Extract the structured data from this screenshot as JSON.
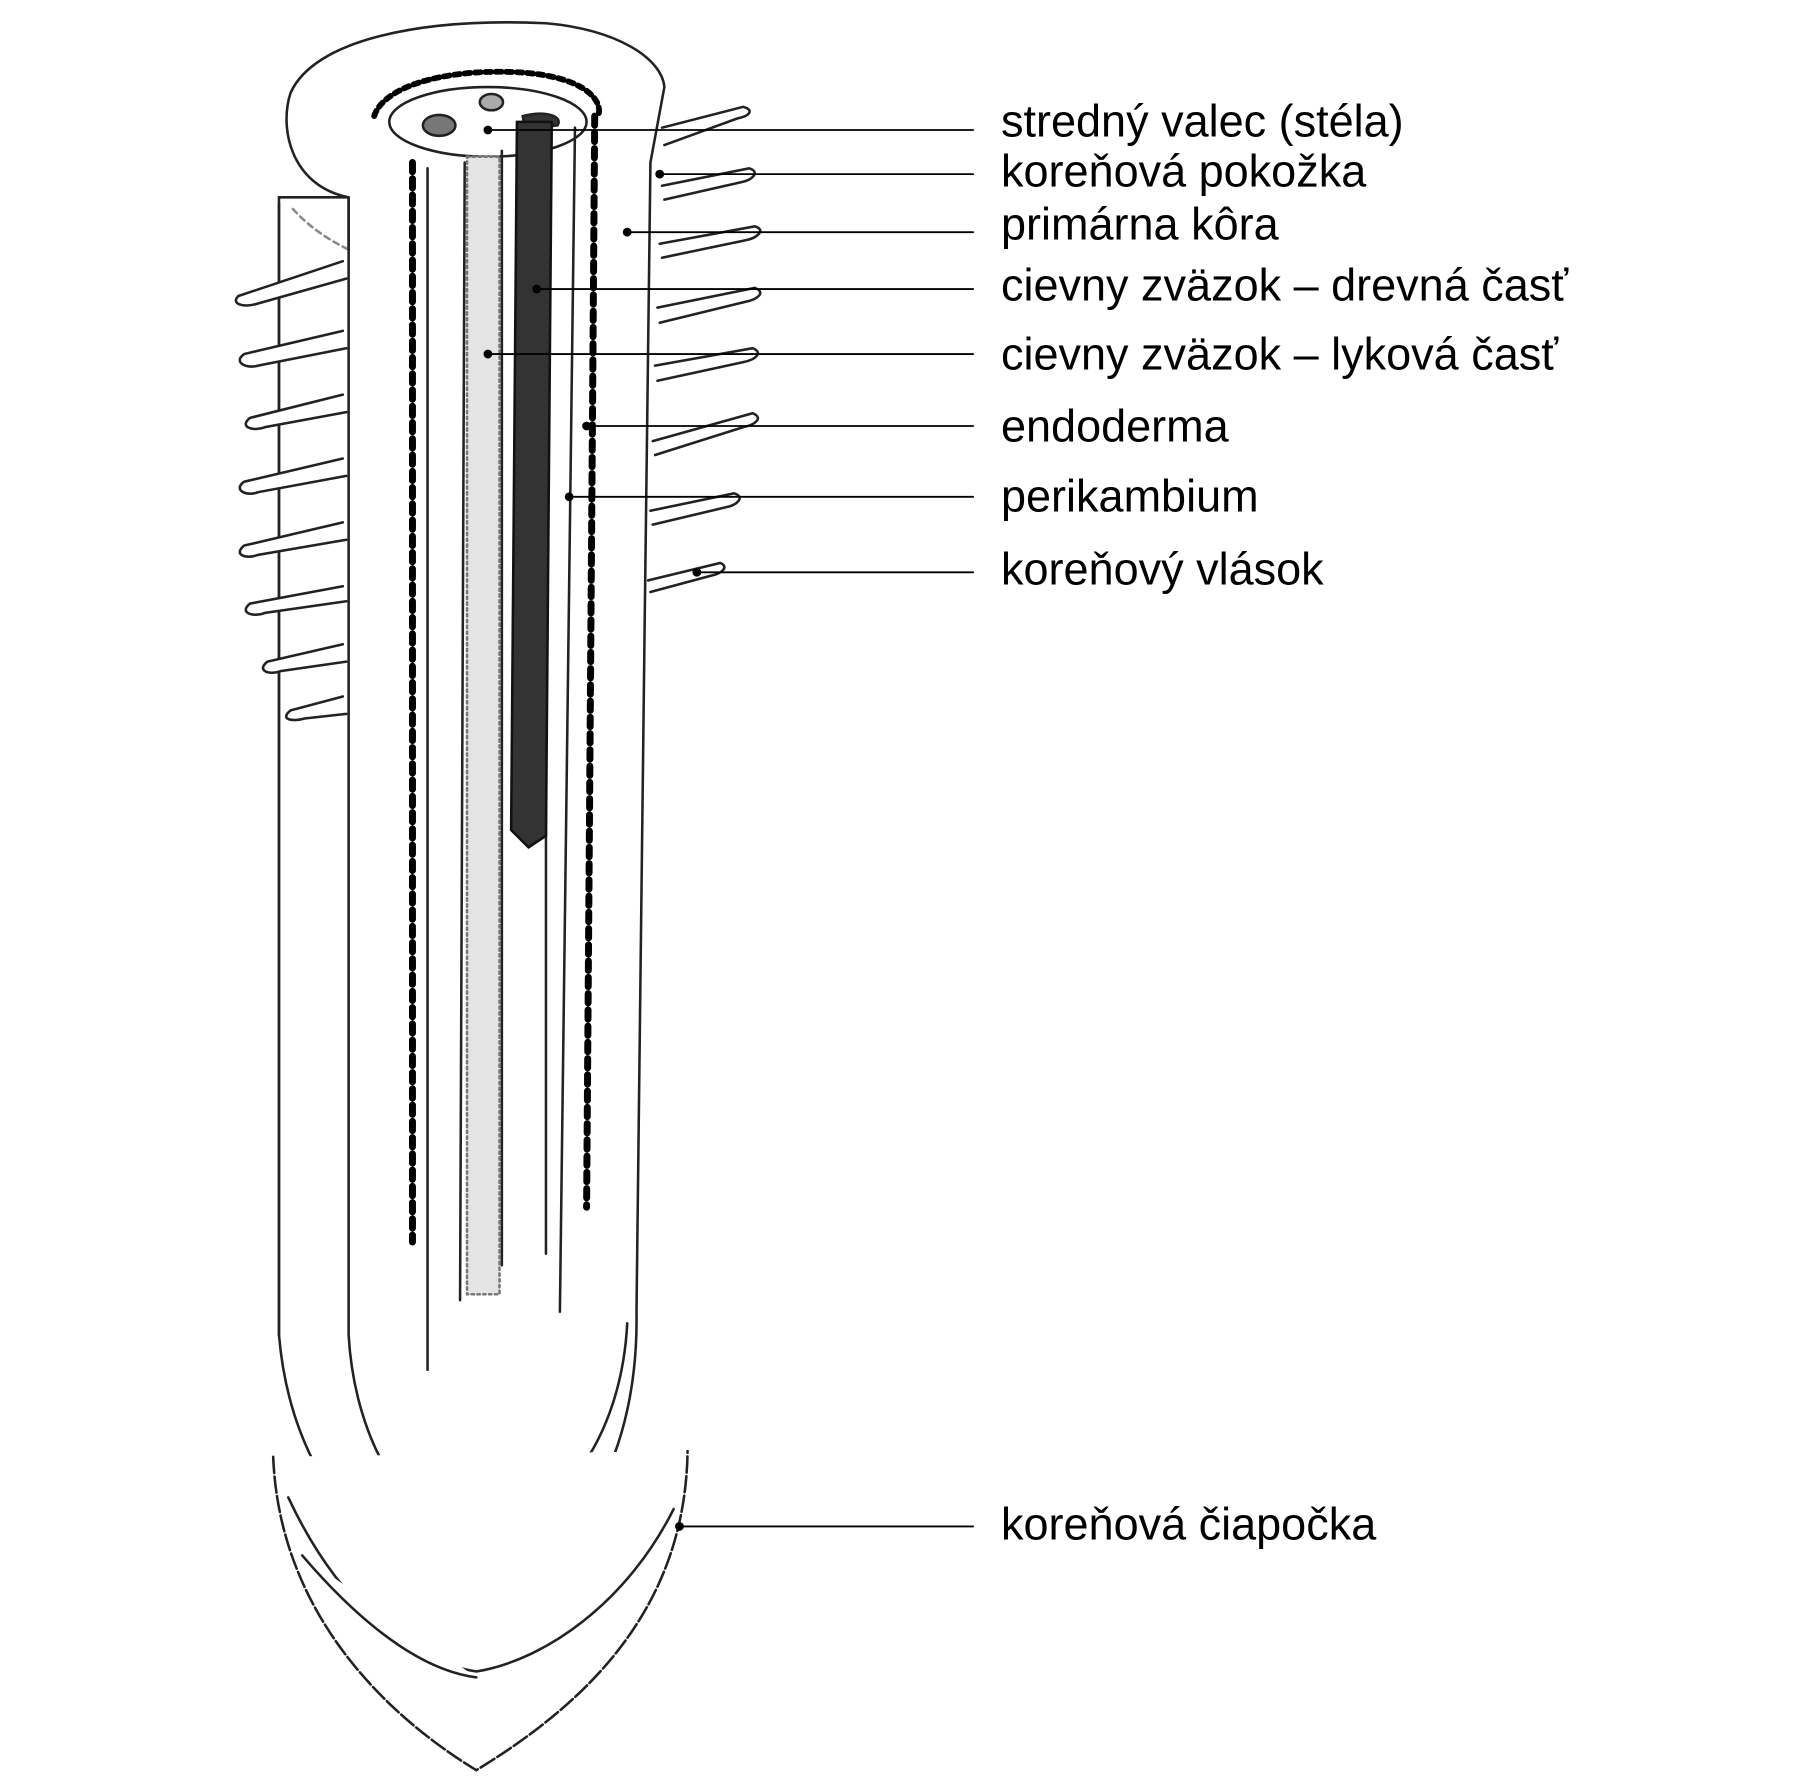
{
  "title": "Root structure diagram",
  "labels": [
    {
      "id": "stele",
      "text": "stredný valec (stéla)"
    },
    {
      "id": "epidermis",
      "text": "koreňová pokožka"
    },
    {
      "id": "cortex",
      "text": "primárna kôra"
    },
    {
      "id": "xylem",
      "text": "cievny zväzok – drevná časť"
    },
    {
      "id": "phloem",
      "text": "cievny zväzok – lyková časť"
    },
    {
      "id": "endodermis",
      "text": "endoderma"
    },
    {
      "id": "pericycle",
      "text": "perikambium"
    },
    {
      "id": "root-hair",
      "text": "koreňový vlások"
    },
    {
      "id": "root-cap",
      "text": "koreňová čiapočka"
    }
  ]
}
